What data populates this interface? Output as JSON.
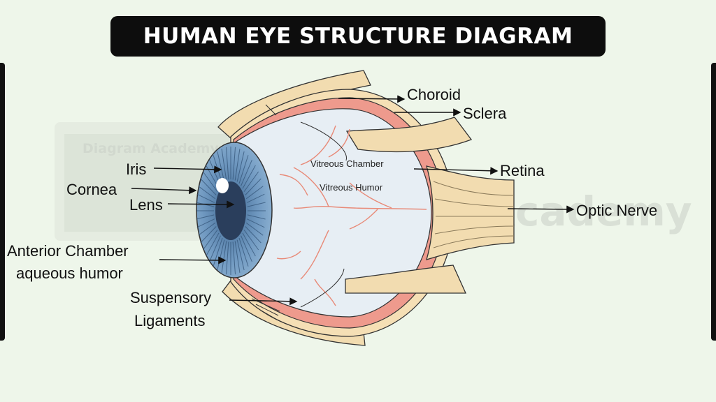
{
  "title": "HUMAN EYE STRUCTURE DIAGRAM",
  "watermark": {
    "small": "Diagram Academy",
    "large": "Diagram Academy"
  },
  "labels": {
    "iris": "Iris",
    "cornea": "Cornea",
    "lens": "Lens",
    "anterior_chamber_line1": "Anterior Chamber",
    "anterior_chamber_line2": "aqueous humor",
    "suspensory_line1": "Suspensory",
    "suspensory_line2": "Ligaments",
    "choroid": "Choroid",
    "sclera": "Sclera",
    "retina": "Retina",
    "optic_nerve": "Optic Nerve",
    "vitreous_chamber": "Vitreous Chamber",
    "vitreous_humor": "Vitreous Humor"
  },
  "colors": {
    "background": "#eef6ea",
    "muscle": "#f2dcb0",
    "choroid": "#ee9a8d",
    "iris_blue": "#5f87b0",
    "pupil": "#2a3e5c",
    "vitreous": "#e7eef4",
    "vessel": "#e88a78"
  }
}
